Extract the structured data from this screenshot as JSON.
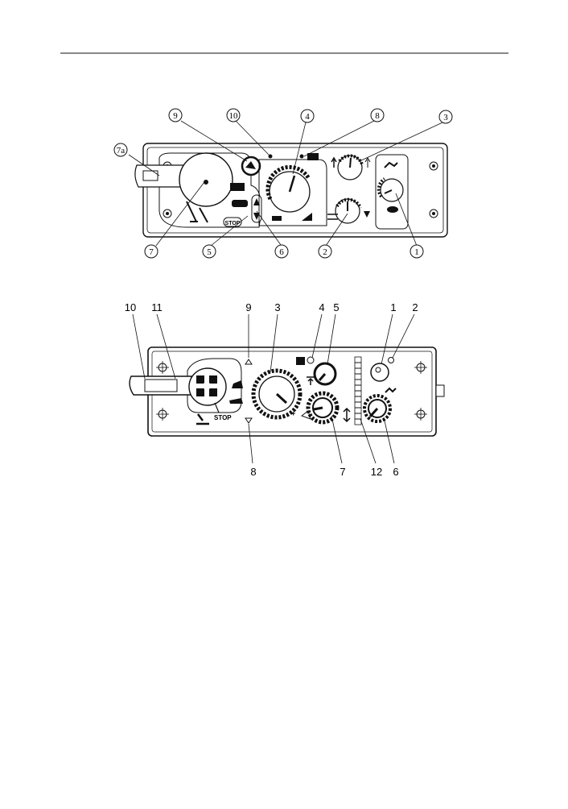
{
  "figure_top": {
    "callouts": [
      "7a",
      "9",
      "10",
      "4",
      "8",
      "3",
      "7",
      "5",
      "6",
      "2",
      "1"
    ],
    "stop_label": "STOP"
  },
  "figure_bottom": {
    "callouts": [
      "10",
      "11",
      "9",
      "3",
      "4",
      "5",
      "1",
      "2",
      "8",
      "7",
      "12",
      "6"
    ],
    "stop_label": "STOP"
  }
}
